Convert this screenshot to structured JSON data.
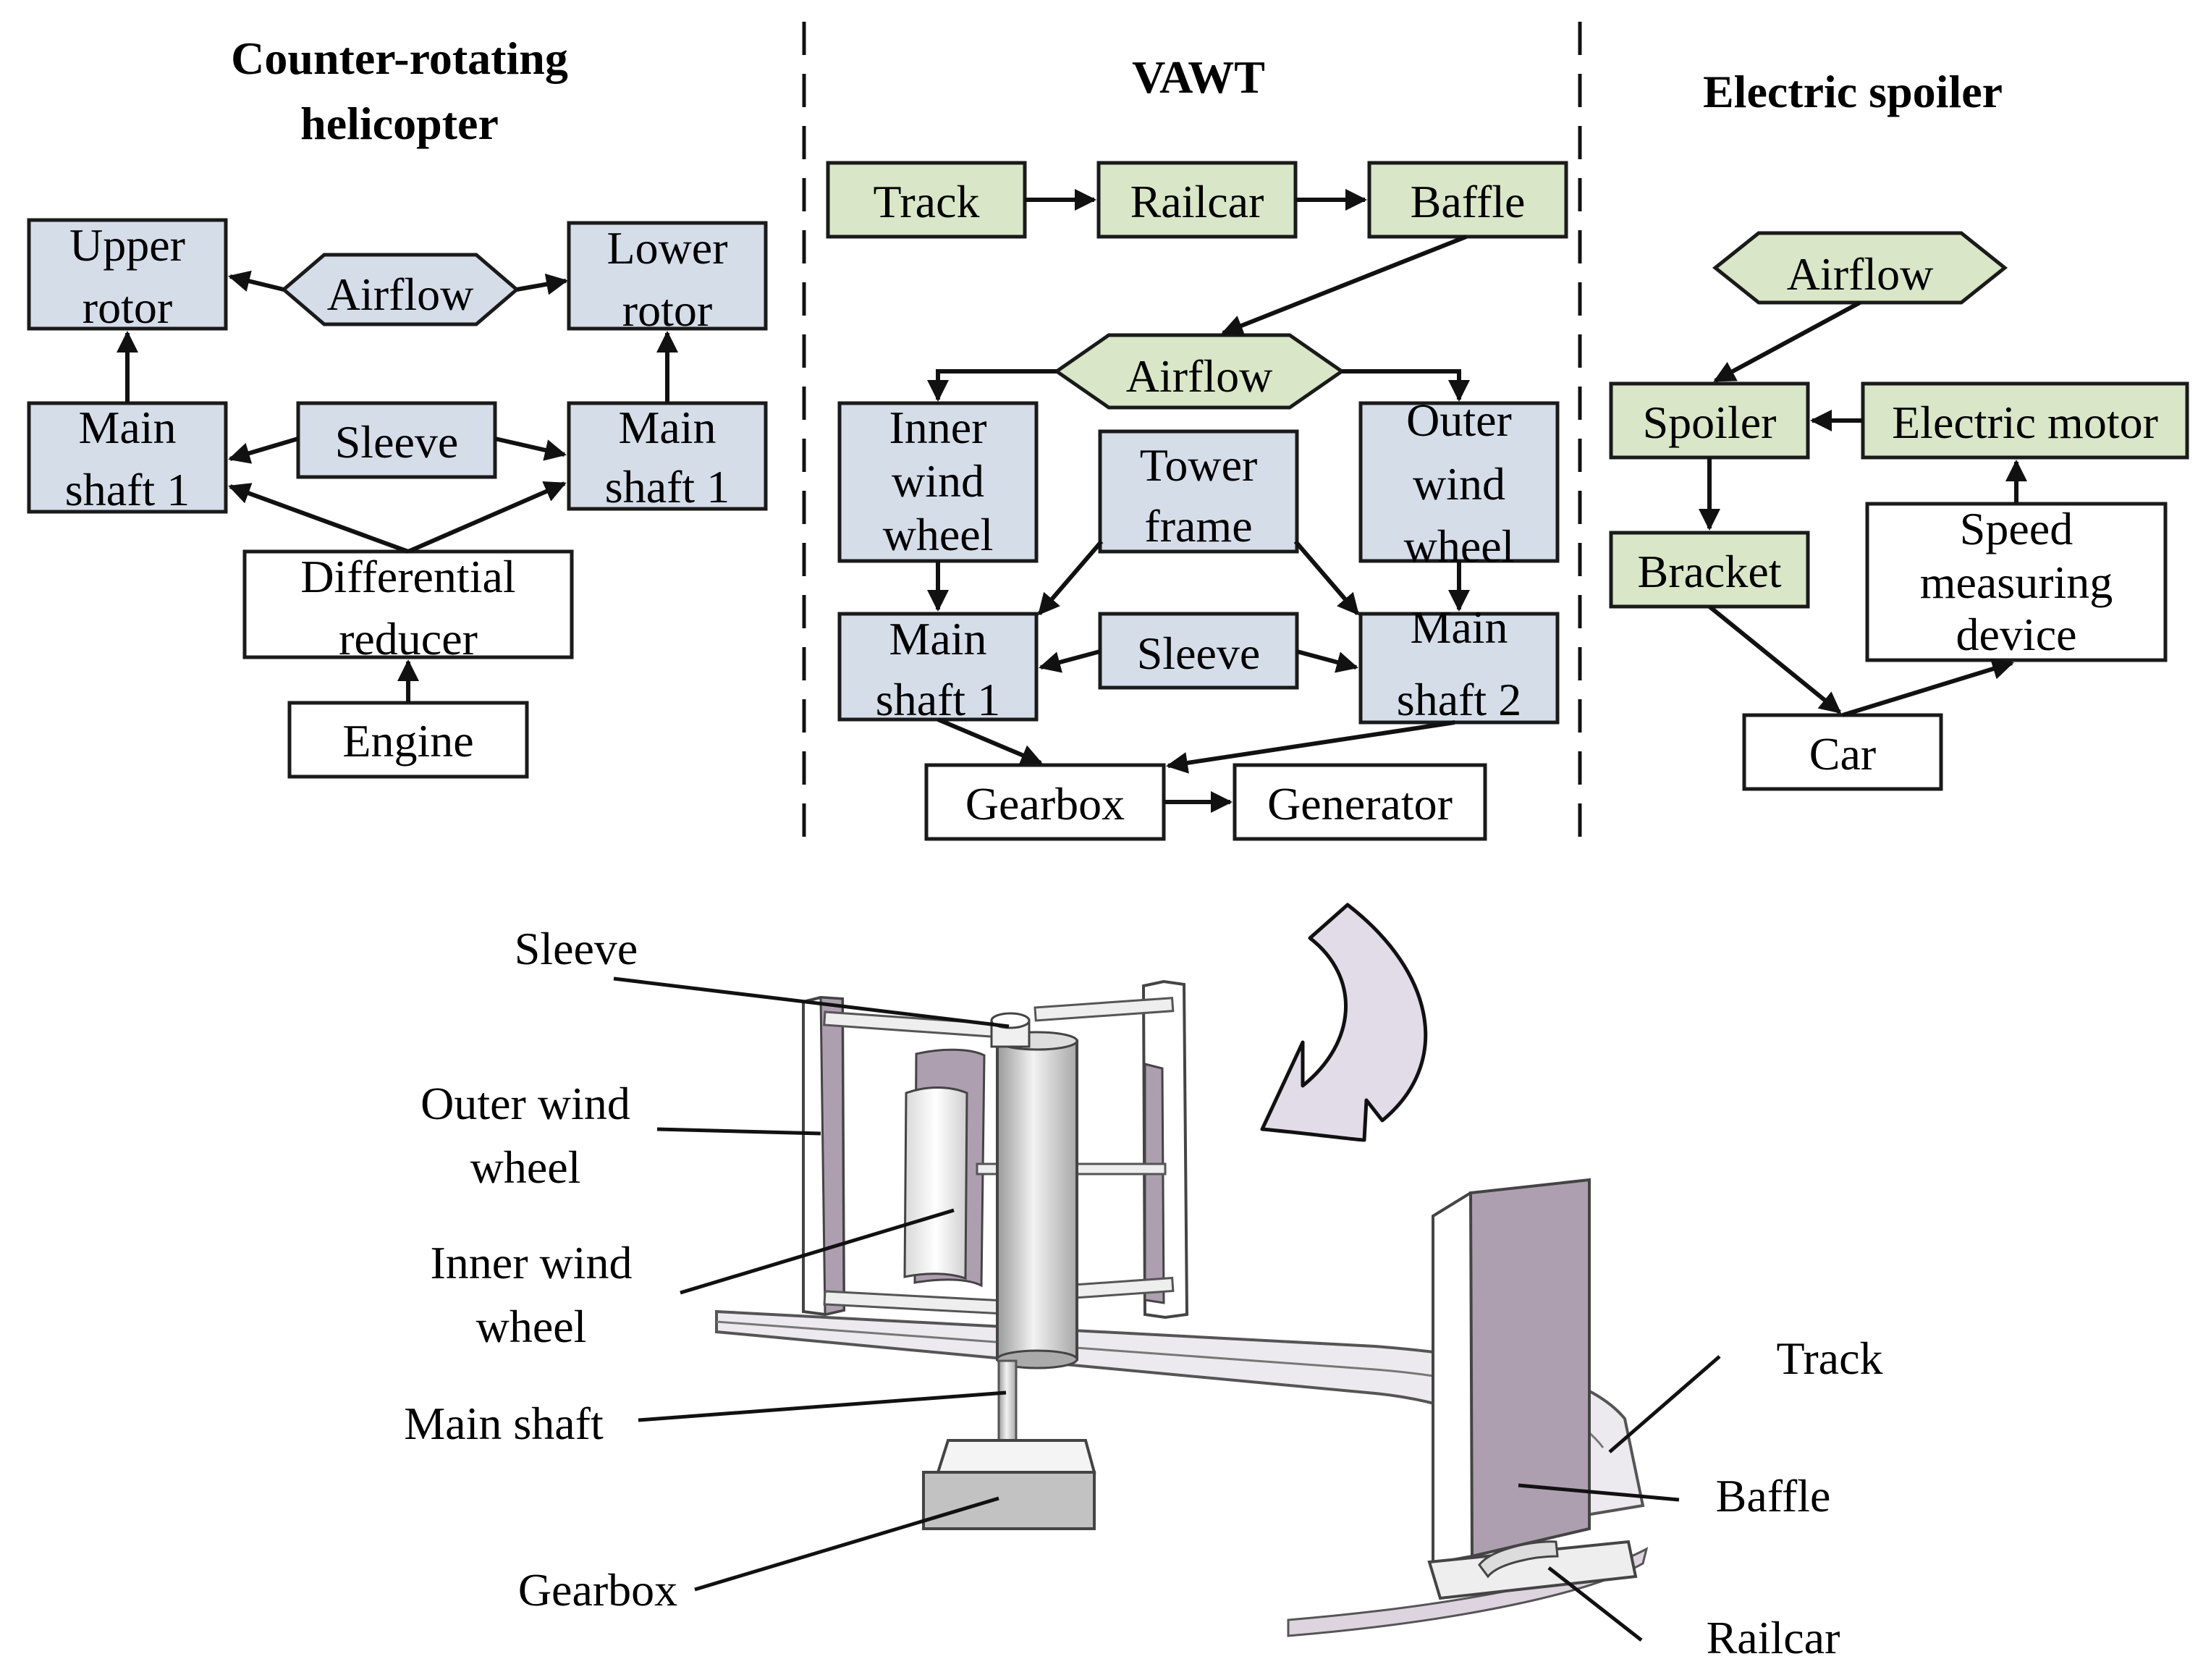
{
  "sections": {
    "helicopter": {
      "title_line1": "Counter-rotating",
      "title_line2": "helicopter",
      "upper_rotor": [
        "Upper",
        "rotor"
      ],
      "airflow": "Airflow",
      "lower_rotor": [
        "Lower",
        "rotor"
      ],
      "main_shaft_left": [
        "Main",
        "shaft 1"
      ],
      "sleeve": "Sleeve",
      "main_shaft_right": [
        "Main",
        "shaft 1"
      ],
      "differential_reducer": [
        "Differential",
        "reducer"
      ],
      "engine": "Engine"
    },
    "vawt": {
      "title": "VAWT",
      "track": "Track",
      "railcar": "Railcar",
      "baffle": "Baffle",
      "airflow": "Airflow",
      "inner_wind_wheel": [
        "Inner",
        "wind",
        "wheel"
      ],
      "tower_frame": [
        "Tower",
        "frame"
      ],
      "outer_wind_wheel": [
        "Outer",
        "wind",
        "wheel"
      ],
      "main_shaft_1": [
        "Main",
        "shaft 1"
      ],
      "sleeve": "Sleeve",
      "main_shaft_2": [
        "Main",
        "shaft 2"
      ],
      "gearbox": "Gearbox",
      "generator": "Generator"
    },
    "spoiler": {
      "title": "Electric spoiler",
      "airflow": "Airflow",
      "spoiler": "Spoiler",
      "electric_motor": "Electric motor",
      "bracket": "Bracket",
      "speed_device": [
        "Speed",
        "measuring",
        "device"
      ],
      "car": "Car"
    }
  },
  "illustration": {
    "sleeve": "Sleeve",
    "outer_wind_wheel": [
      "Outer wind",
      "wheel"
    ],
    "inner_wind_wheel": [
      "Inner wind",
      "wheel"
    ],
    "main_shaft": "Main shaft",
    "gearbox": "Gearbox",
    "track": "Track",
    "baffle": "Baffle",
    "railcar": "Railcar"
  },
  "colors": {
    "blue_fill": "#d5dde9",
    "green_fill": "#d9e6c7",
    "purple_panel": "#ae9fb0",
    "lavender_arrow": "#e2dbe8"
  }
}
